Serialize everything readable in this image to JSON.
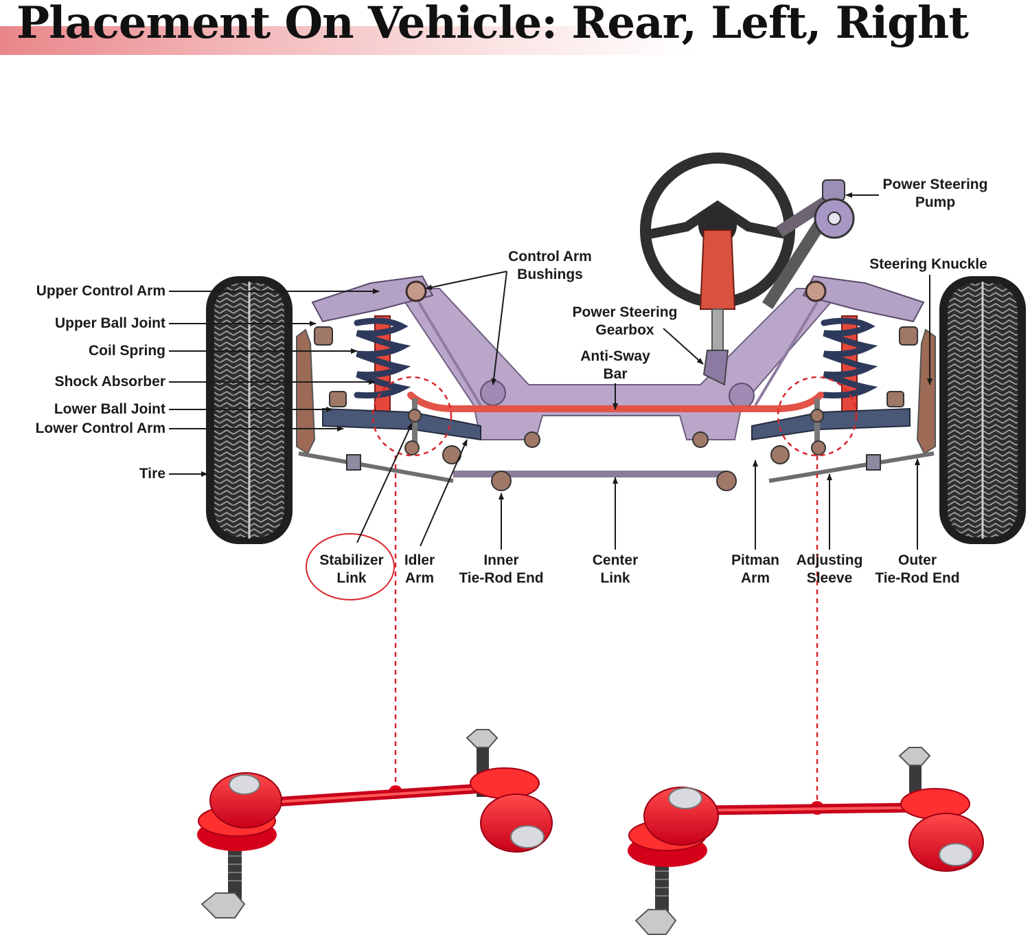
{
  "title": "Placement On Vehicle: Rear, Left, Right",
  "labels": {
    "upper_control_arm": "Upper Control Arm",
    "upper_ball_joint": "Upper Ball Joint",
    "coil_spring": "Coil Spring",
    "shock_absorber": "Shock Absorber",
    "lower_ball_joint": "Lower Ball Joint",
    "lower_control_arm": "Lower Control Arm",
    "tire": "Tire",
    "control_arm_bushings_1": "Control Arm",
    "control_arm_bushings_2": "Bushings",
    "power_steering_gearbox_1": "Power Steering",
    "power_steering_gearbox_2": "Gearbox",
    "anti_sway_bar_1": "Anti-Sway",
    "anti_sway_bar_2": "Bar",
    "power_steering_pump_1": "Power Steering",
    "power_steering_pump_2": "Pump",
    "steering_knuckle": "Steering Knuckle",
    "stabilizer_link_1": "Stabilizer",
    "stabilizer_link_2": "Link",
    "idler_arm_1": "Idler",
    "idler_arm_2": "Arm",
    "inner_tie_rod_end_1": "Inner",
    "inner_tie_rod_end_2": "Tie-Rod End",
    "center_link_1": "Center",
    "center_link_2": "Link",
    "pitman_arm_1": "Pitman",
    "pitman_arm_2": "Arm",
    "adjusting_sleeve_1": "Adjusting",
    "adjusting_sleeve_2": "Sleeve",
    "outer_tie_rod_end_1": "Outer",
    "outer_tie_rod_end_2": "Tie-Rod End"
  },
  "colors": {
    "accent": "#d9262c",
    "frame": "#b7a3c4",
    "frame_dark": "#7f6d8e",
    "part_red": "#e2001a",
    "tire": "#2b2b2b",
    "spring": "#34405e",
    "bracket": "#8a5a4a"
  }
}
